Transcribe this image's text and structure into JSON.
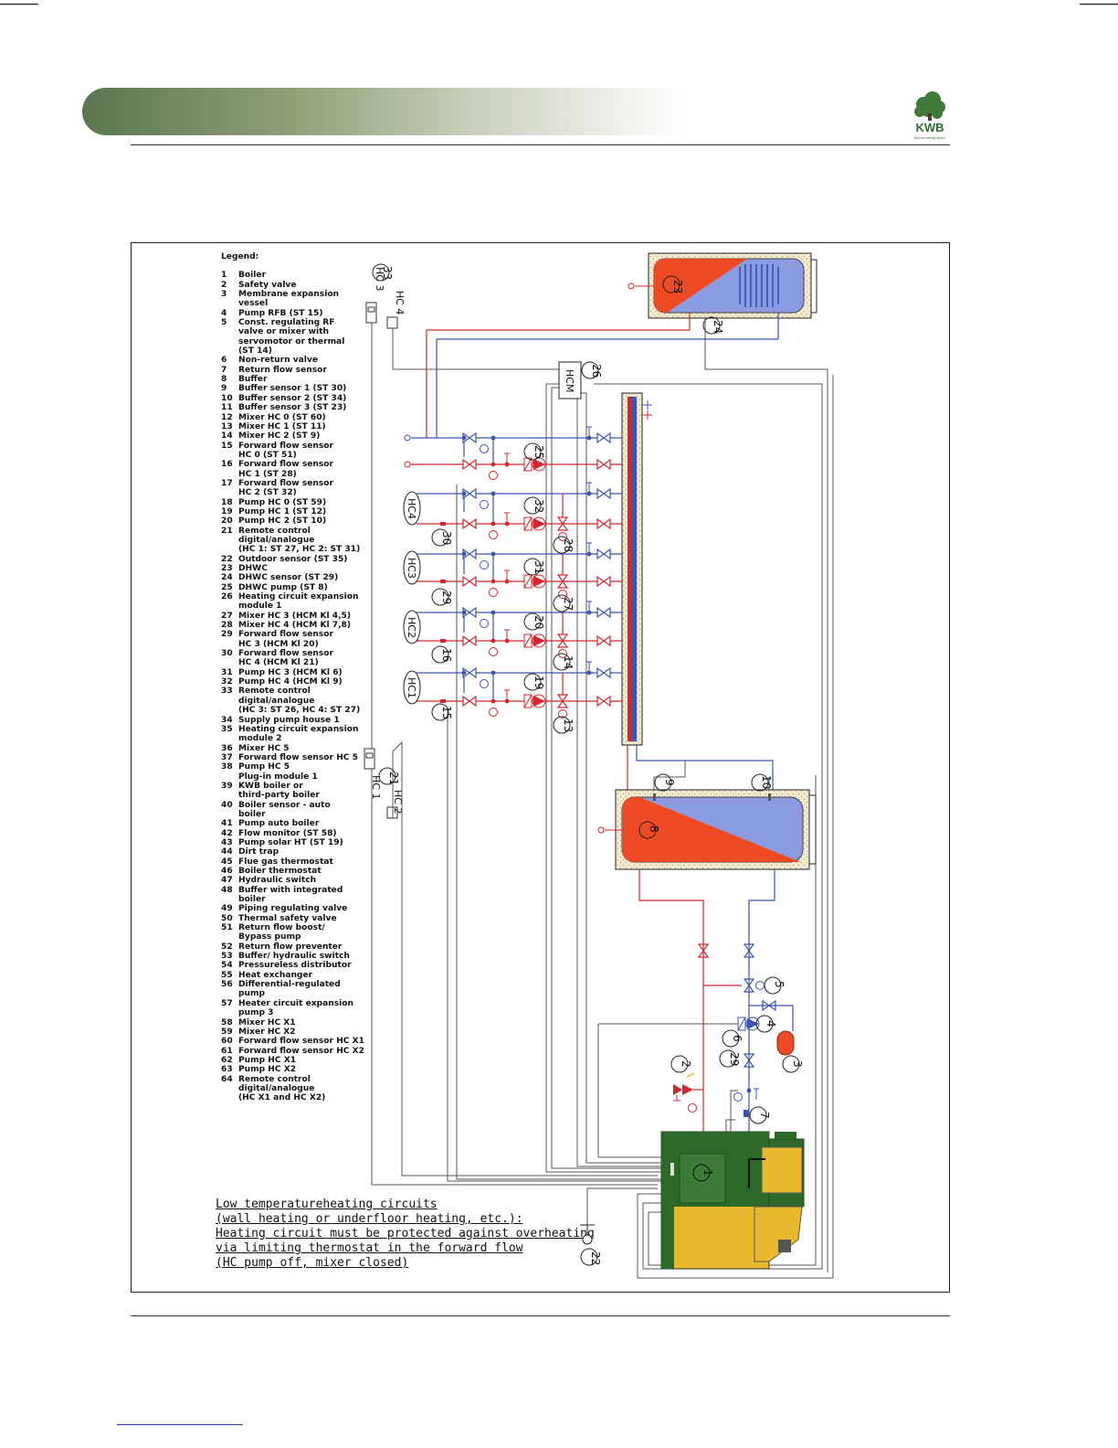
{
  "header": {
    "logo_text": "KWB",
    "logo_subtext": "Biomass heating system"
  },
  "legend": {
    "title": "Legend:",
    "items": [
      {
        "n": "1",
        "t": "Boiler"
      },
      {
        "n": "2",
        "t": "Safety valve"
      },
      {
        "n": "3",
        "t": "Membrane expansion\nvessel"
      },
      {
        "n": "4",
        "t": "Pump RFB (ST 15)"
      },
      {
        "n": "5",
        "t": "Const. regulating RF\nvalve or mixer with\nservomotor or thermal\n(ST 14)"
      },
      {
        "n": "6",
        "t": "Non-return valve"
      },
      {
        "n": "7",
        "t": "Return flow sensor"
      },
      {
        "n": "8",
        "t": "Buffer"
      },
      {
        "n": "9",
        "t": "Buffer sensor 1 (ST 30)"
      },
      {
        "n": "10",
        "t": "Buffer sensor 2 (ST 34)"
      },
      {
        "n": "11",
        "t": "Buffer sensor 3 (ST 23)"
      },
      {
        "n": "12",
        "t": "Mixer HC 0 (ST 60)"
      },
      {
        "n": "13",
        "t": "Mixer HC 1 (ST 11)"
      },
      {
        "n": "14",
        "t": "Mixer HC 2 (ST 9)"
      },
      {
        "n": "15",
        "t": "Forward flow sensor\nHC 0 (ST 51)"
      },
      {
        "n": "16",
        "t": "Forward flow sensor\nHC 1 (ST 28)"
      },
      {
        "n": "17",
        "t": "Forward flow sensor\nHC 2 (ST 32)"
      },
      {
        "n": "18",
        "t": "Pump HC 0 (ST 59)"
      },
      {
        "n": "19",
        "t": "Pump HC 1 (ST 12)"
      },
      {
        "n": "20",
        "t": "Pump HC 2 (ST 10)"
      },
      {
        "n": "21",
        "t": "Remote control\ndigital/analogue\n(HC 1: ST 27, HC 2: ST 31)"
      },
      {
        "n": "22",
        "t": "Outdoor sensor (ST 35)"
      },
      {
        "n": "23",
        "t": "DHWC"
      },
      {
        "n": "24",
        "t": "DHWC sensor (ST 29)"
      },
      {
        "n": "25",
        "t": "DHWC pump (ST 8)"
      },
      {
        "n": "26",
        "t": "Heating circuit expansion\nmodule 1"
      },
      {
        "n": "27",
        "t": "Mixer HC 3 (HCM Kl 4,5)"
      },
      {
        "n": "28",
        "t": "Mixer HC 4 (HCM Kl 7,8)"
      },
      {
        "n": "29",
        "t": "Forward flow sensor\nHC 3 (HCM Kl 20)"
      },
      {
        "n": "30",
        "t": "Forward flow sensor\nHC 4 (HCM Kl 21)"
      },
      {
        "n": "31",
        "t": "Pump HC 3 (HCM Kl 6)"
      },
      {
        "n": "32",
        "t": "Pump HC 4 (HCM Kl 9)"
      },
      {
        "n": "33",
        "t": "Remote control\ndigital/analogue\n(HC 3: ST 26, HC 4: ST 27)"
      },
      {
        "n": "34",
        "t": "Supply pump house 1"
      },
      {
        "n": "35",
        "t": "Heating circuit expansion\nmodule 2"
      },
      {
        "n": "36",
        "t": "Mixer HC 5"
      },
      {
        "n": "37",
        "t": "Forward flow sensor HC 5"
      },
      {
        "n": "38",
        "t": "Pump HC 5\nPlug-in module 1"
      },
      {
        "n": "39",
        "t": "KWB boiler or\nthird-party boiler"
      },
      {
        "n": "40",
        "t": "Boiler sensor - auto\nboiler"
      },
      {
        "n": "41",
        "t": "Pump auto boiler"
      },
      {
        "n": "42",
        "t": "Flow monitor (ST 58)"
      },
      {
        "n": "43",
        "t": "Pump solar HT (ST 19)"
      },
      {
        "n": "44",
        "t": "Dirt trap"
      },
      {
        "n": "45",
        "t": "Flue gas thermostat"
      },
      {
        "n": "46",
        "t": "Boiler thermostat"
      },
      {
        "n": "47",
        "t": "Hydraulic switch"
      },
      {
        "n": "48",
        "t": "Buffer with integrated\nboiler"
      },
      {
        "n": "49",
        "t": "Piping regulating valve"
      },
      {
        "n": "50",
        "t": "Thermal safety valve"
      },
      {
        "n": "51",
        "t": "Return flow boost/\nBypass pump"
      },
      {
        "n": "52",
        "t": "Return flow preventer"
      },
      {
        "n": "53",
        "t": "Buffer/ hydraulic switch"
      },
      {
        "n": "54",
        "t": "Pressureless distributor"
      },
      {
        "n": "55",
        "t": "Heat exchanger"
      },
      {
        "n": "56",
        "t": "Differential-regulated\npump"
      },
      {
        "n": "57",
        "t": "Heater circuit expansion\npump   3"
      },
      {
        "n": "58",
        "t": "Mixer HC X1"
      },
      {
        "n": "59",
        "t": "Mixer HC X2"
      },
      {
        "n": "60",
        "t": "Forward flow sensor HC X1"
      },
      {
        "n": "61",
        "t": "Forward flow sensor HC X2"
      },
      {
        "n": "62",
        "t": "Pump HC X1"
      },
      {
        "n": "63",
        "t": "Pump HC X2"
      },
      {
        "n": "64",
        "t": "Remote control\ndigital/analogue\n(HC X1 and HC X2)"
      }
    ]
  },
  "note": {
    "lines": [
      "Low temperatureheating circuits",
      "(wall heating or underfloor heating, etc.):",
      "Heating circuit must be protected against overheating",
      "via limiting thermostat in the forward flow",
      "(HC pump off, mixer closed)"
    ]
  },
  "diagram": {
    "module_label": "HCM",
    "remote_labels": {
      "hc3": "HC 3",
      "hc4": "HC 4",
      "hc1": "HC 1",
      "hc2": "HC 2"
    },
    "circuit_labels": {
      "hc4": "HC4",
      "hc3": "HC3",
      "hc2": "HC2",
      "hc1": "HC1"
    },
    "numbers": {
      "n23": "23",
      "n24": "24",
      "n26": "26",
      "n33": "33",
      "n25": "25",
      "n32": "32",
      "n30": "30",
      "n28": "28",
      "n31": "31",
      "n29": "29",
      "n27": "27",
      "n20": "20",
      "n16": "16",
      "n14": "14",
      "n19": "19",
      "n15": "15",
      "n13": "13",
      "n21": "21",
      "n9": "9",
      "n10": "10",
      "n8": "8",
      "n5": "5",
      "n4": "4",
      "n6": "6",
      "n3": "3",
      "n2": "2",
      "n22": "22",
      "n7": "7",
      "n1": "1",
      "n29b": "29"
    }
  },
  "colors": {
    "hot": "#d4262e",
    "cold": "#3a55b5",
    "tank_hot": "#ee4a23",
    "tank_cold": "#8a9be0",
    "boiler_green": "#2d6a2a",
    "boiler_yellow": "#e8b92d",
    "insulation": "#f1e7c9",
    "header_dark": "#5a7650"
  }
}
